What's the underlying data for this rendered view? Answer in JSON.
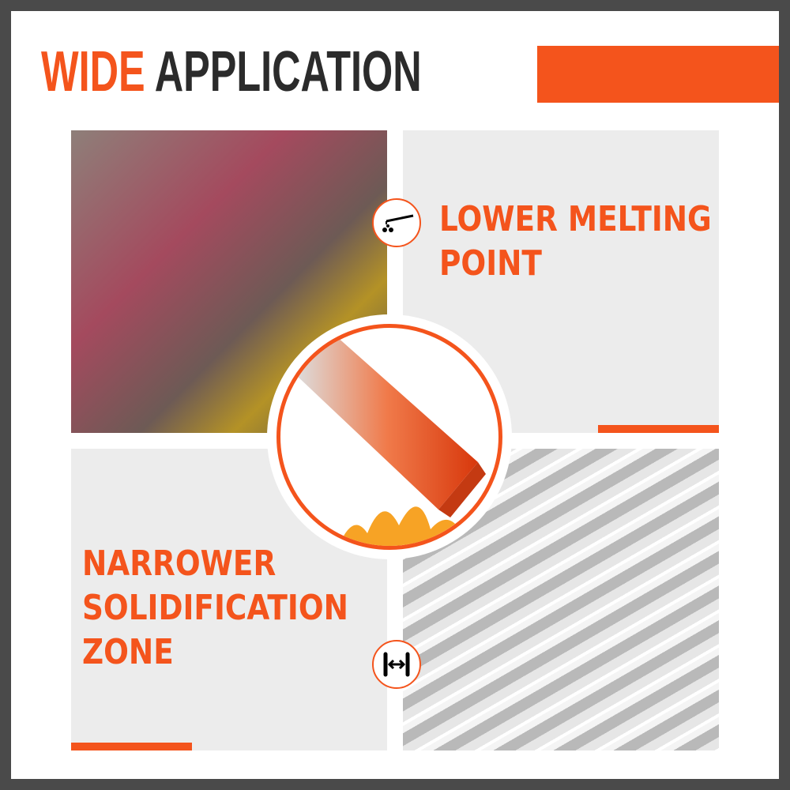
{
  "header": {
    "title_accent": "WIDE",
    "title_main": "APPLICATION"
  },
  "features": [
    {
      "label_line1": "LOWER MELTING",
      "label_line2": "POINT",
      "icon": "melting-drip-icon"
    },
    {
      "label_line1": "NARROWER",
      "label_line2": "SOLIDIFICATION",
      "label_line3": "ZONE",
      "icon": "narrow-width-arrows-icon"
    }
  ],
  "colors": {
    "accent": "#f4541c",
    "frame": "#4a4a4a",
    "panel": "#ececec"
  }
}
